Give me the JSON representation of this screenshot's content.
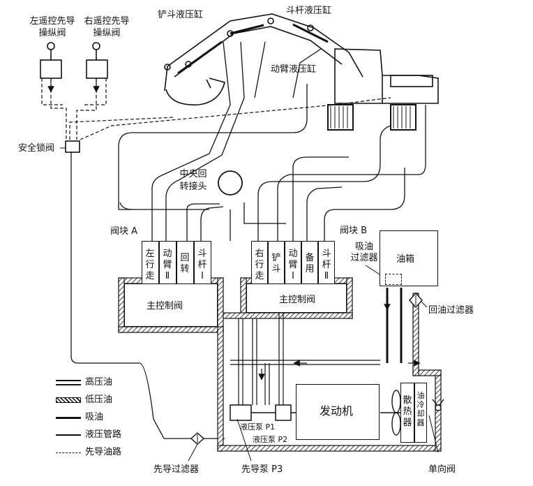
{
  "labels": {
    "left_pilot_valve": [
      "左遥控先导",
      "操纵阀"
    ],
    "right_pilot_valve": [
      "右遥控先导",
      "操纵阀"
    ],
    "bucket_cylinder": "铲斗液压缸",
    "arm_cylinder": "斗杆液压缸",
    "boom_cylinder": "动臂液压缸",
    "safety_lock_valve": "安全锁阀",
    "center_swivel": [
      "中央回",
      "转接头"
    ],
    "valve_block_a": "阀块 A",
    "valve_block_b": "阀块 B",
    "suction_filter": [
      "吸油",
      "过滤器"
    ],
    "oil_tank": "油箱",
    "return_filter": "回油过滤器",
    "main_control_valve_a": "主控制阀",
    "main_control_valve_b": "主控制阀",
    "engine": "发动机",
    "radiator": "散热器",
    "oil_cooler": "油冷却器",
    "pump_p1": "液压泵 P1",
    "pump_p2": "液压泵 P2",
    "pilot_pump": "先导泵 P3",
    "pilot_filter": "先导过滤器",
    "check_valve": "单向阀"
  },
  "spools_a": [
    "左行走",
    "动臂Ⅱ",
    "回转",
    "斗杆Ⅰ"
  ],
  "spools_b": [
    "右行走",
    "铲斗",
    "动臂Ⅰ",
    "备用",
    "斗杆Ⅱ"
  ],
  "legend": [
    {
      "style": "high-pressure",
      "label": "高压油"
    },
    {
      "style": "low-pressure",
      "label": "低压油"
    },
    {
      "style": "suction",
      "label": "吸油"
    },
    {
      "style": "hydraulic-line",
      "label": "液压管路"
    },
    {
      "style": "pilot-line",
      "label": "先导油路"
    }
  ]
}
